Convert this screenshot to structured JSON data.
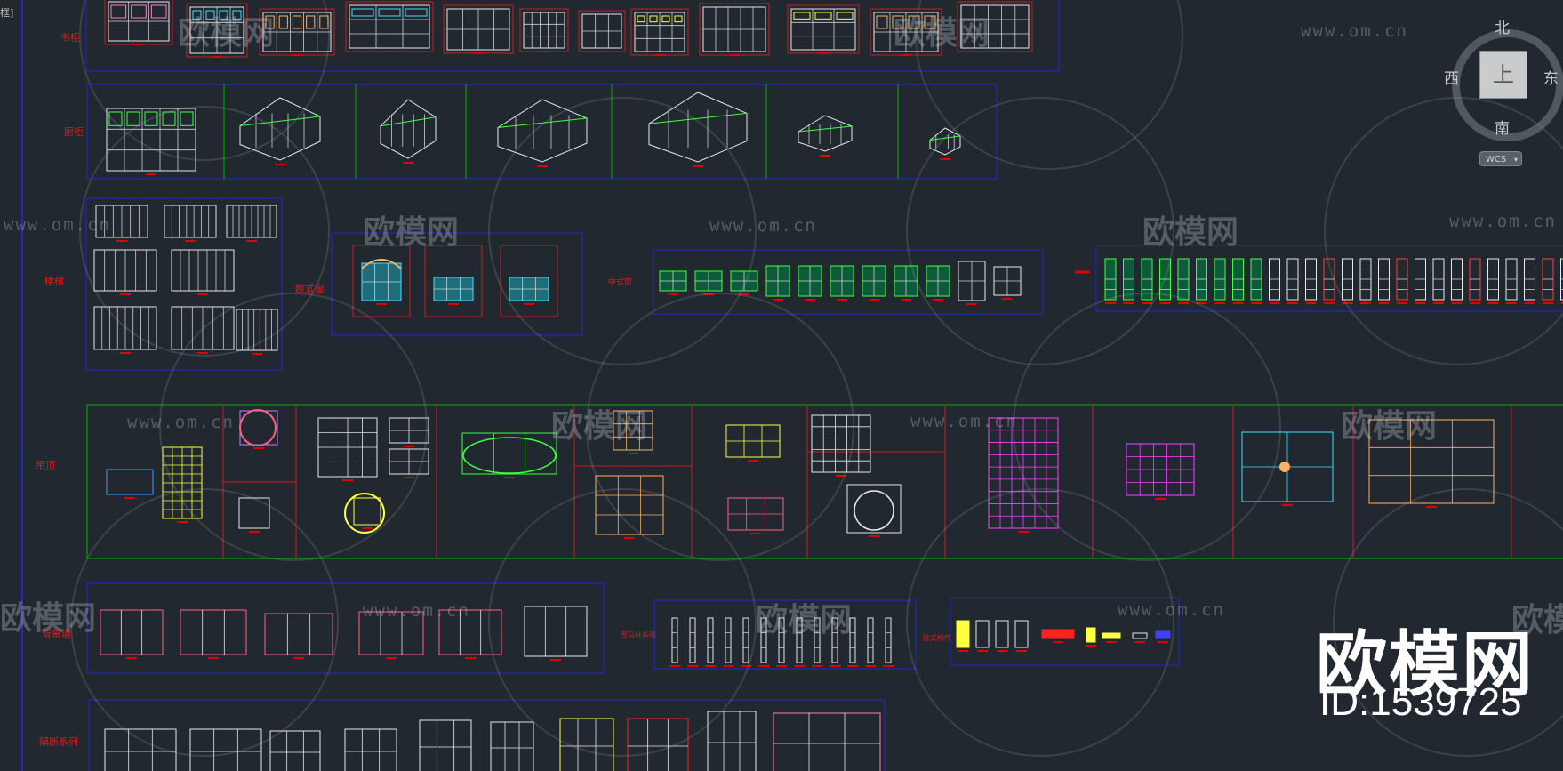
{
  "corner_text": "框]",
  "sheets": {
    "shugui": "书柜",
    "chugui": "厨柜",
    "louti": "楼梯",
    "oushichuang": "欧式窗",
    "zhongshichuang": "中式窗",
    "diaoding": "吊顶",
    "beijingqiang": "背景墙",
    "luomanzhu": "罗马柱系列",
    "oushiyuansu": "欧式构件",
    "gemenxilie": "隔断系列"
  },
  "watermark": {
    "url": "www.om.cn",
    "brand": "欧模网"
  },
  "brand": {
    "name": "欧模网",
    "id": "ID:1539725"
  },
  "viewcube": {
    "north": "北",
    "south": "南",
    "west": "西",
    "east": "东",
    "face": "上",
    "wcs": "WCS"
  },
  "colors": {
    "background": "#212830",
    "frame_blue": "#1c1cc8",
    "frame_green": "#00b000",
    "frame_red": "#c81e1e",
    "label_red": "#e01b1b"
  }
}
